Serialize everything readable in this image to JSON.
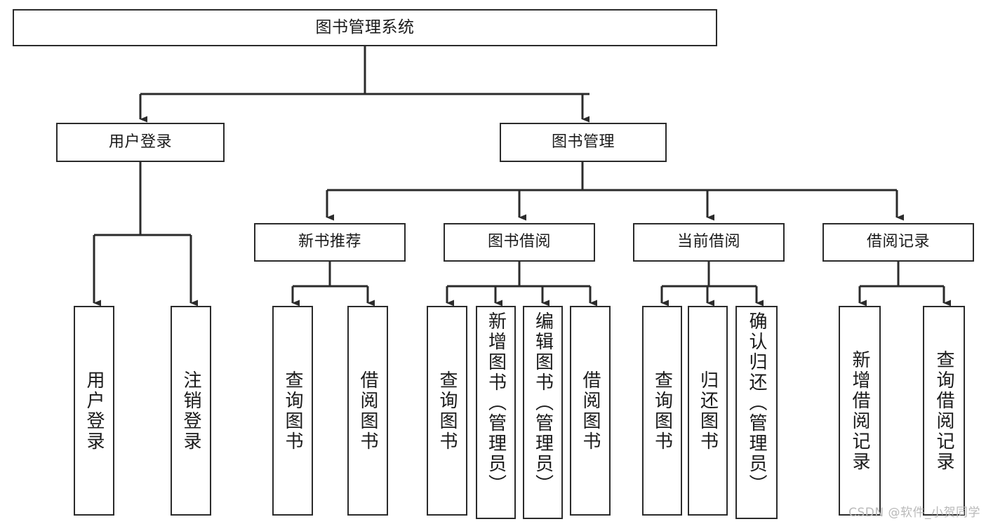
{
  "diagram": {
    "type": "tree",
    "title": "图书管理系统",
    "root": {
      "label": "图书管理系统"
    },
    "level2": [
      {
        "label": "用户登录"
      },
      {
        "label": "图书管理"
      }
    ],
    "level3": [
      {
        "label": "新书推荐"
      },
      {
        "label": "图书借阅"
      },
      {
        "label": "当前借阅"
      },
      {
        "label": "借阅记录"
      }
    ],
    "leaves": {
      "user_login": [
        {
          "label": "用户登录"
        },
        {
          "label": "注销登录"
        }
      ],
      "new_book_recommend": [
        {
          "label": "查询图书"
        },
        {
          "label": "借阅图书"
        }
      ],
      "book_borrow": [
        {
          "label": "查询图书"
        },
        {
          "label": "新增图书（管理员）"
        },
        {
          "label": "编辑图书（管理员）"
        },
        {
          "label": "借阅图书"
        }
      ],
      "current_borrow": [
        {
          "label": "查询图书"
        },
        {
          "label": "归还图书"
        },
        {
          "label": "确认归还（管理员）"
        }
      ],
      "borrow_record": [
        {
          "label": "新增借阅记录"
        },
        {
          "label": "查询借阅记录"
        }
      ]
    },
    "watermark": "CSDN @软件_小贺同学",
    "colors": {
      "background": "#ffffff",
      "border": "#2b2b2b",
      "text": "#1a1a1a",
      "edge": "#2b2b2b",
      "watermark": "#b9b9b9"
    }
  }
}
